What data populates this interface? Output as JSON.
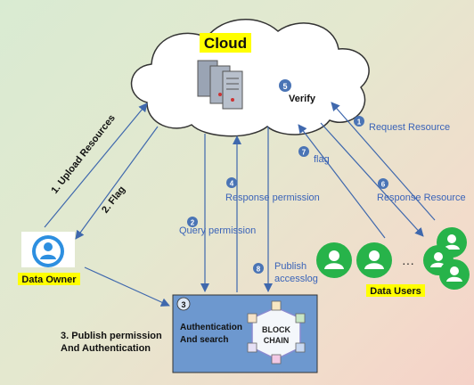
{
  "cloud": {
    "title": "Cloud",
    "verify_label": "Verify",
    "verify_number": "5"
  },
  "data_owner": {
    "label": "Data Owner"
  },
  "data_users": {
    "label": "Data Users",
    "ellipsis": "···"
  },
  "blockchain_box": {
    "number": "3",
    "line1": "Authentication",
    "line2": "And search",
    "chain_line1": "BLOCK",
    "chain_line2": "CHAIN"
  },
  "flows": {
    "upload": "1. Upload Resources",
    "flag_owner": "2. Flag",
    "publish_perm_line1": "3. Publish permission",
    "publish_perm_line2": "And Authentication",
    "request": {
      "number": "1",
      "label": "Request Resource"
    },
    "query": {
      "number": "2",
      "label": "Query permission"
    },
    "response_perm": {
      "number": "4",
      "label": "Response permission"
    },
    "response_res": {
      "number": "6",
      "label": "Response Resource"
    },
    "flag_user": {
      "number": "7",
      "label": "flag"
    },
    "publish_log": {
      "number": "8",
      "line1": "Publish",
      "line2": "accesslog"
    }
  },
  "colors": {
    "arrow": "#3f68ad",
    "badge": "#4a74b5",
    "box": "#6d98cf",
    "user_green": "#27b34a",
    "highlight": "#ffff00",
    "owner_icon": "#2d8fe0"
  }
}
